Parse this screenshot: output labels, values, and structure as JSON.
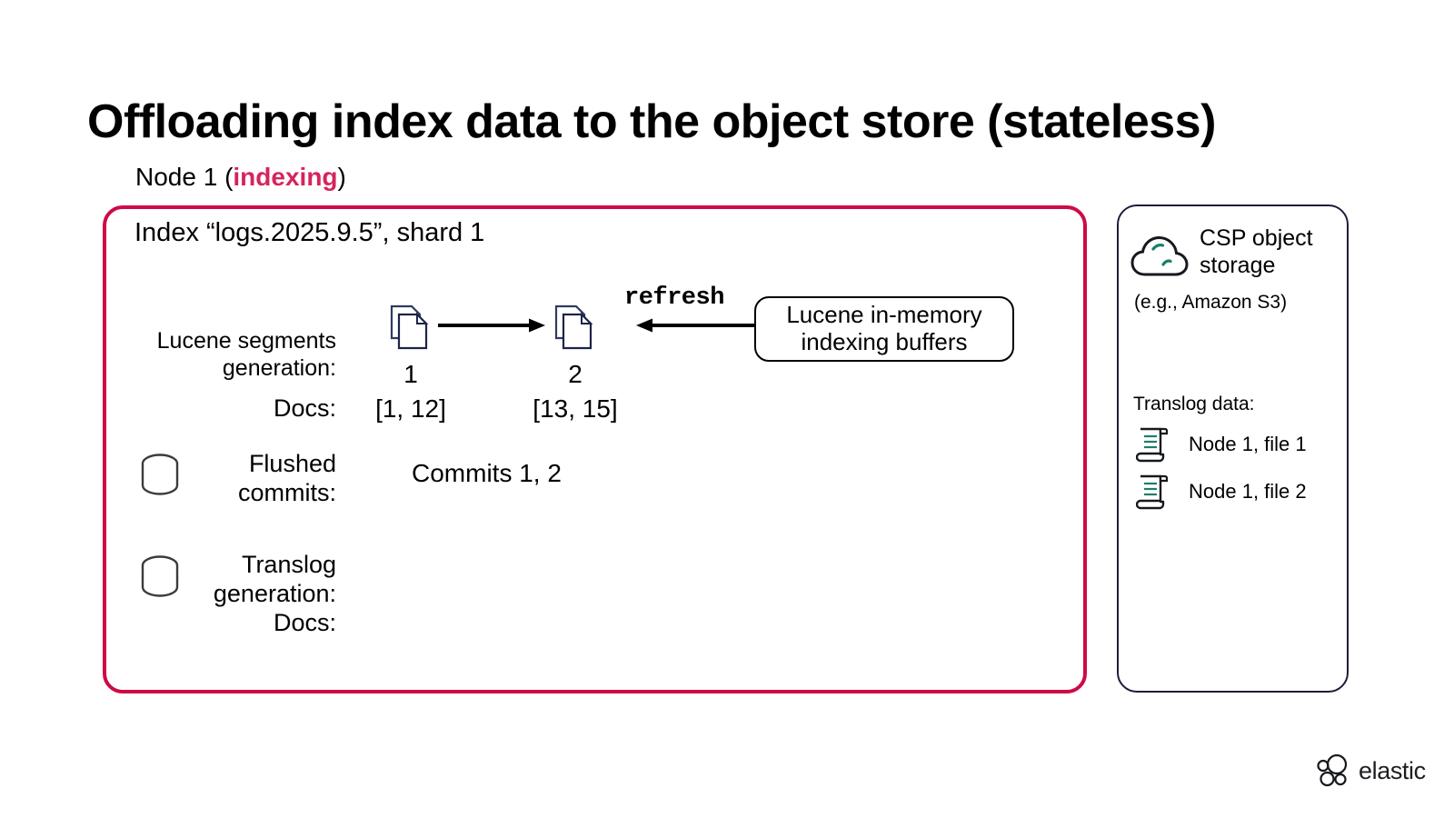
{
  "slide": {
    "title": "Offloading index data to the object store (stateless)",
    "node_label_prefix": "Node 1 (",
    "node_label_emphasis": "indexing",
    "node_label_suffix": ")"
  },
  "shard_panel": {
    "index_title": "Index “logs.2025.9.5”, shard 1",
    "border_color": "#ce0a47",
    "rows": {
      "segments_label": "Lucene segments\ngeneration:",
      "docs_label": "Docs:",
      "flushed_label": "Flushed\ncommits:",
      "translog_label": "Translog\ngeneration:\nDocs:"
    },
    "segments": [
      {
        "generation": "1",
        "docs": "[1, 12]",
        "icon": "document-pages-icon"
      },
      {
        "generation": "2",
        "docs": "[13, 15]",
        "icon": "document-pages-icon"
      }
    ],
    "merge_arrow": "arrow-right-icon",
    "refresh_label": "refresh",
    "refresh_arrow": "arrow-left-icon",
    "buffer_box_text": "Lucene in-memory\nindexing buffers",
    "flushed_commits_value": "Commits 1, 2",
    "flushed_icon": "database-cylinder-icon",
    "translog_icon": "database-cylinder-icon",
    "translog_generation_value": "",
    "translog_docs_value": ""
  },
  "csp_panel": {
    "title": "CSP object\nstorage",
    "subtitle": "(e.g., Amazon S3)",
    "icon": "cloud-icon",
    "icon_accent_color": "#1a7f6b",
    "translog_data_label": "Translog data:",
    "translog_files": [
      {
        "label": "Node 1, file 1",
        "icon": "scroll-document-icon"
      },
      {
        "label": "Node 1, file 2",
        "icon": "scroll-document-icon"
      }
    ],
    "border_color": "#1c1e3a"
  },
  "branding": {
    "wordmark": "elastic",
    "mark_icon": "elastic-cluster-logo"
  }
}
